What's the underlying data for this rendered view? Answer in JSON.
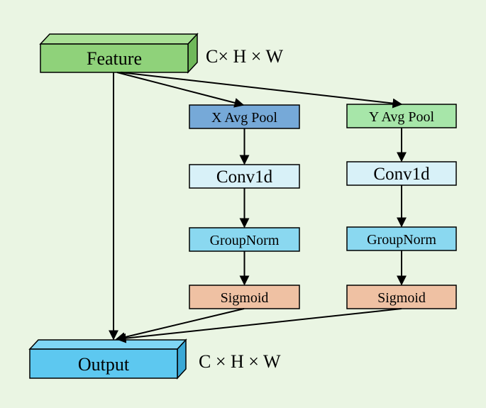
{
  "input_block": {
    "label": "Feature",
    "dims": "C× H × W",
    "color": "#8fd27a"
  },
  "output_block": {
    "label": "Output",
    "dims": "C × H × W",
    "color": "#5dc8f0"
  },
  "x_branch": {
    "pool": {
      "label": "X Avg Pool",
      "color": "#76a9d8"
    },
    "conv": {
      "label": "Conv1d",
      "color": "#d8f1f8"
    },
    "norm": {
      "label": "GroupNorm",
      "color": "#8ad8f0"
    },
    "act": {
      "label": "Sigmoid",
      "color": "#efc1a3"
    }
  },
  "y_branch": {
    "pool": {
      "label": "Y Avg Pool",
      "color": "#a7e6a9"
    },
    "conv": {
      "label": "Conv1d",
      "color": "#d8f1f8"
    },
    "norm": {
      "label": "GroupNorm",
      "color": "#8ad8f0"
    },
    "act": {
      "label": "Sigmoid",
      "color": "#efc1a3"
    }
  }
}
